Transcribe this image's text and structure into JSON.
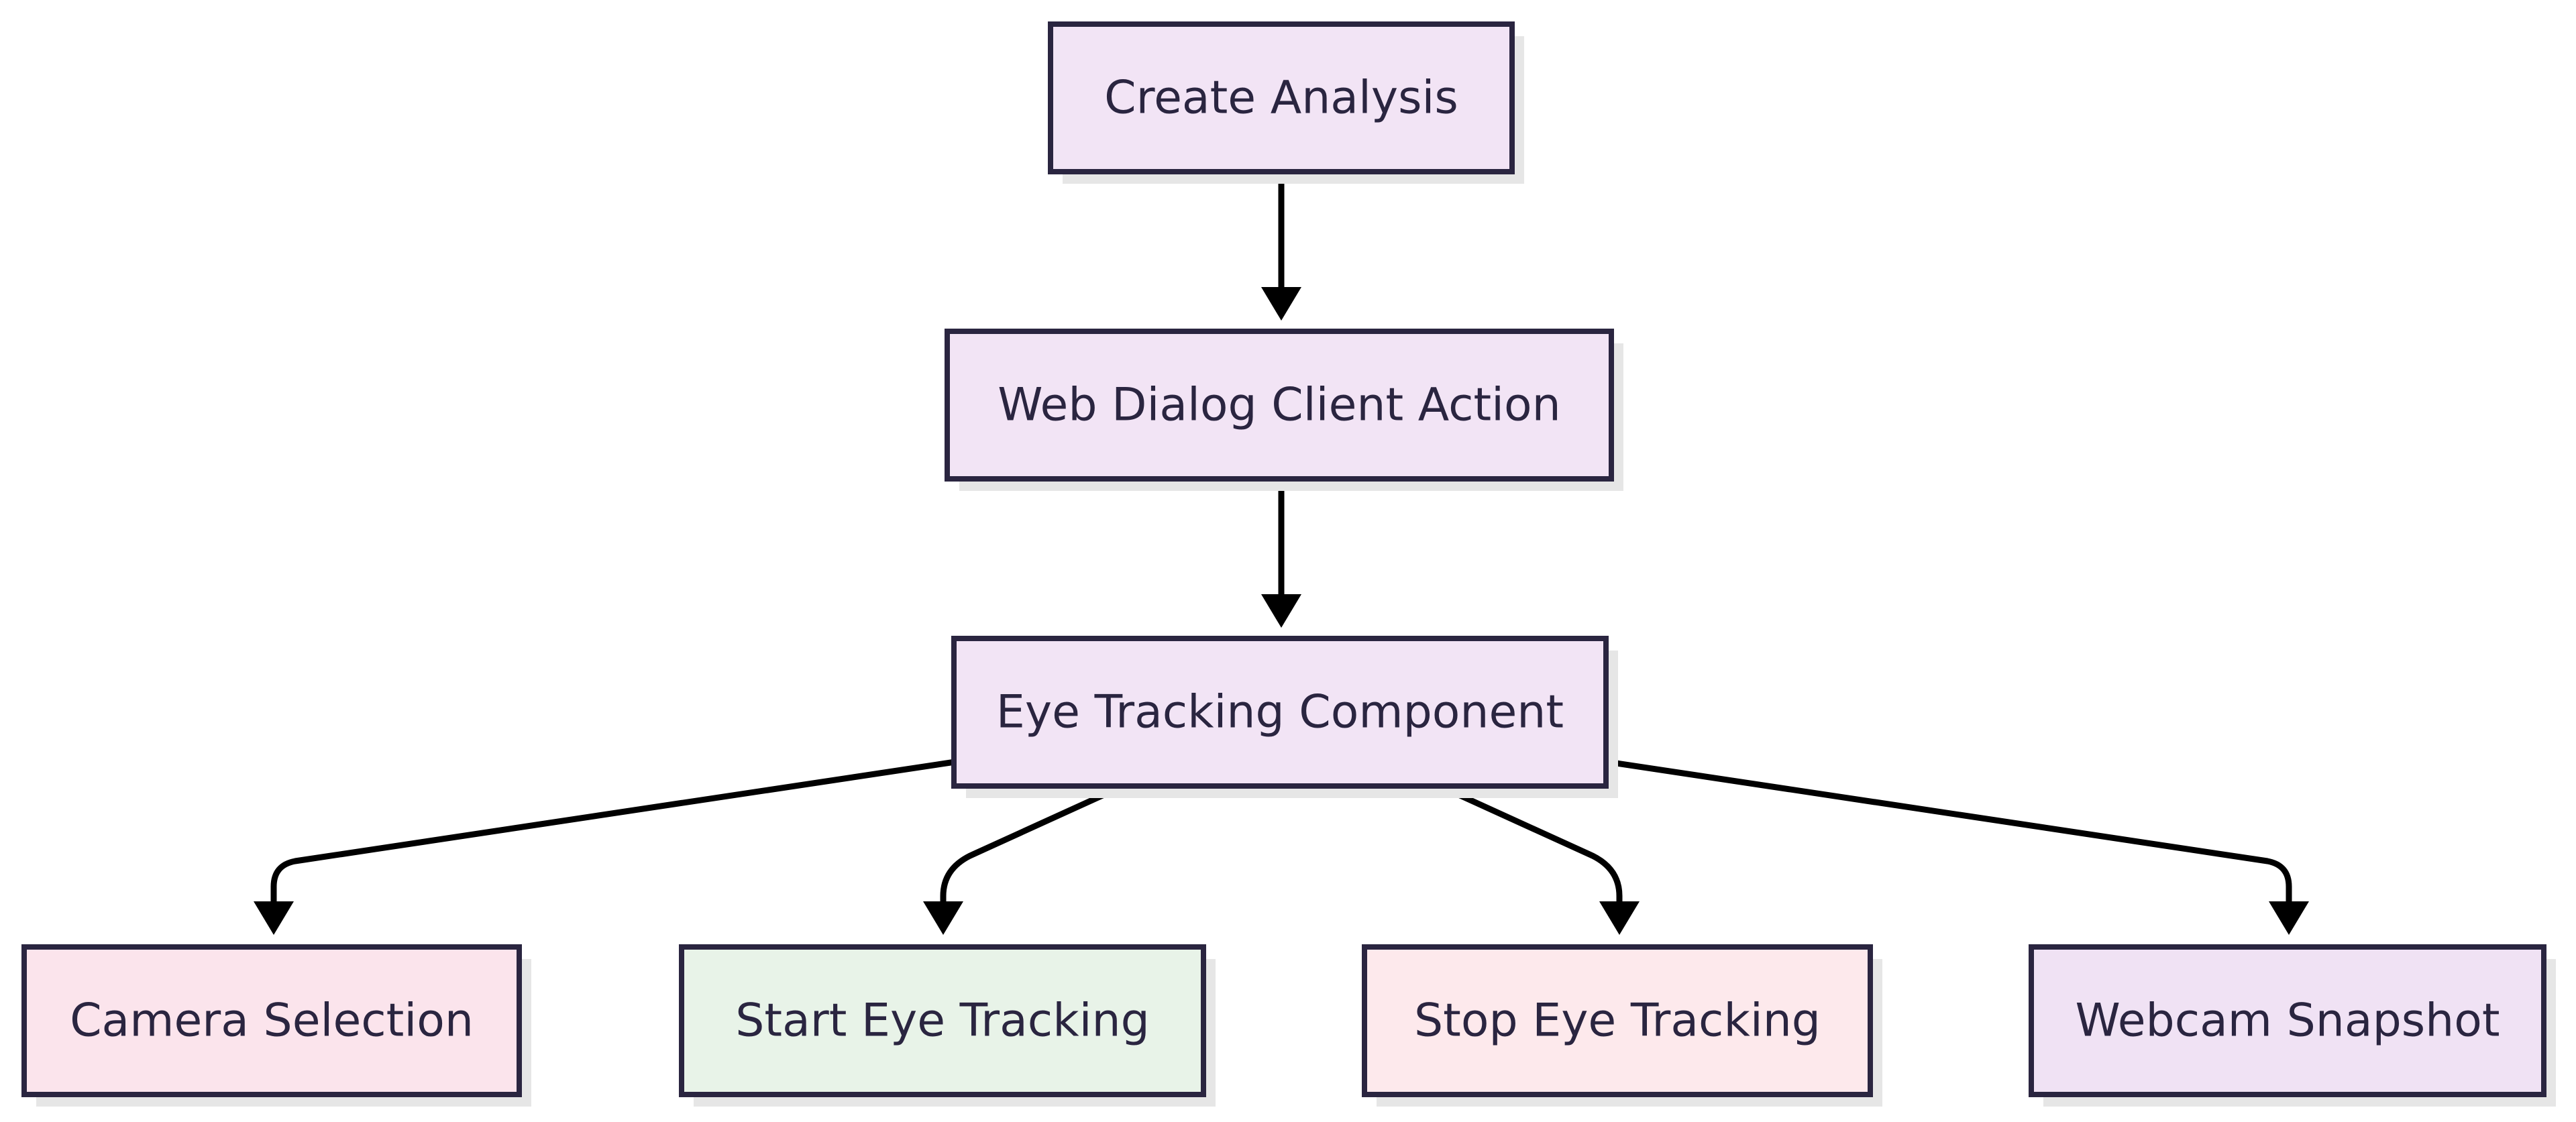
{
  "diagram": {
    "nodes": {
      "create_analysis": {
        "label": "Create Analysis",
        "fill": "#f2e4f5"
      },
      "web_dialog": {
        "label": "Web Dialog Client Action",
        "fill": "#f2e4f5"
      },
      "eye_tracking": {
        "label": "Eye Tracking Component",
        "fill": "#f2e4f5"
      },
      "camera_selection": {
        "label": "Camera Selection",
        "fill": "#fbe4ec"
      },
      "start_eye_tracking": {
        "label": "Start Eye Tracking",
        "fill": "#e8f3e8"
      },
      "stop_eye_tracking": {
        "label": "Stop Eye Tracking",
        "fill": "#fde9ec"
      },
      "webcam_snapshot": {
        "label": "Webcam Snapshot",
        "fill": "#f0e2f4"
      }
    },
    "edges": [
      {
        "from": "create_analysis",
        "to": "web_dialog"
      },
      {
        "from": "web_dialog",
        "to": "eye_tracking"
      },
      {
        "from": "eye_tracking",
        "to": "camera_selection"
      },
      {
        "from": "eye_tracking",
        "to": "start_eye_tracking"
      },
      {
        "from": "eye_tracking",
        "to": "stop_eye_tracking"
      },
      {
        "from": "eye_tracking",
        "to": "webcam_snapshot"
      }
    ],
    "colors": {
      "border": "#2a2540",
      "edge": "#000000",
      "shadow": "#e6e6e6",
      "text": "#2a2540"
    }
  }
}
